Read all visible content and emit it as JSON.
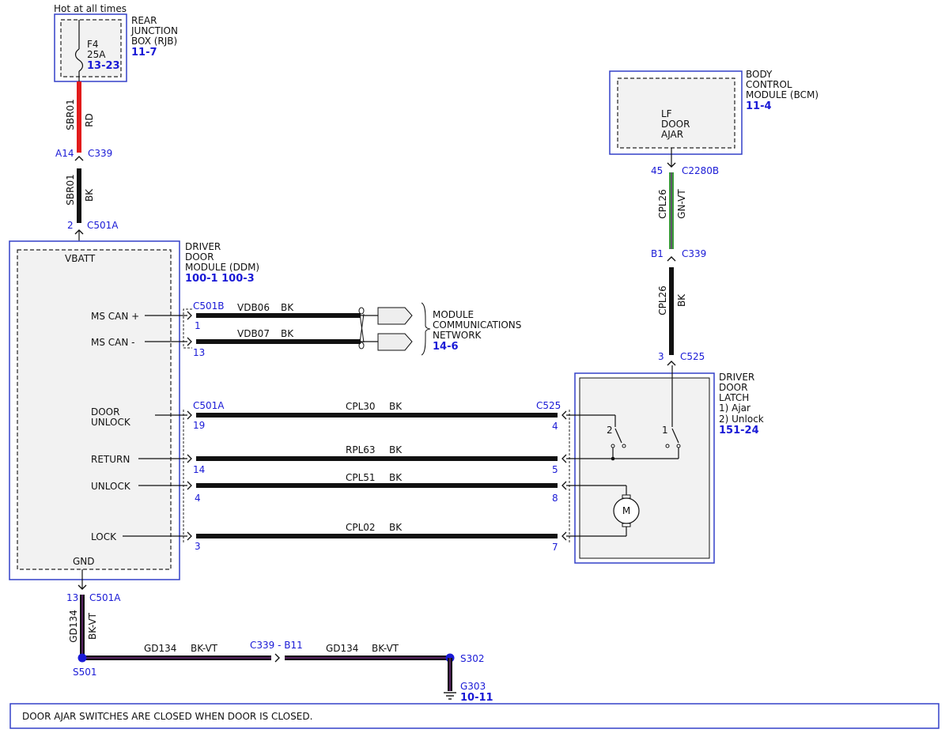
{
  "title": "",
  "hot_label": "Hot at all times",
  "rjb": {
    "name_lines": [
      "REAR",
      "JUNCTION",
      "BOX (RJB)"
    ],
    "page_ref": "11-7",
    "fuse_name": "F4",
    "fuse_rating": "25A",
    "fuse_ref": "13-23"
  },
  "bcm": {
    "name_lines": [
      "BODY",
      "CONTROL",
      "MODULE (BCM)"
    ],
    "page_ref": "11-4",
    "inner_lines": [
      "LF",
      "DOOR",
      "AJAR"
    ]
  },
  "ddm": {
    "name_lines": [
      "DRIVER",
      "DOOR",
      "MODULE (DDM)"
    ],
    "page_ref": "100-1 100-3",
    "vbatt": "VBATT",
    "gnd": "GND",
    "ms_can_plus": "MS CAN +",
    "ms_can_minus": "MS CAN -",
    "door_unlock_lines": [
      "DOOR",
      "UNLOCK"
    ],
    "return": "RETURN",
    "unlock": "UNLOCK",
    "lock": "LOCK"
  },
  "latch": {
    "name_lines": [
      "DRIVER",
      "DOOR",
      "LATCH",
      "1) Ajar",
      "2) Unlock"
    ],
    "page_ref": "151-24",
    "switch1": "1",
    "switch2": "2",
    "motor": "M"
  },
  "network": {
    "name_lines": [
      "MODULE",
      "COMMUNICATIONS",
      "NETWORK"
    ],
    "page_ref": "14-6"
  },
  "connectors": {
    "c339": "C339",
    "a14": "A14",
    "c501a": "C501A",
    "pin2": "2",
    "c2280b": "C2280B",
    "pin45": "45",
    "b1": "B1",
    "c525": "C525",
    "pin3": "3",
    "c501b": "C501B",
    "pin1": "1",
    "pin13": "13",
    "pin19": "19",
    "pin14": "14",
    "pin4": "4",
    "pin3b": "3",
    "pin4r": "4",
    "pin5r": "5",
    "pin8r": "8",
    "pin7r": "7",
    "gnd_pin13": "13",
    "c339_b11": "C339 - B11",
    "s501": "S501",
    "s302": "S302",
    "g303": "G303",
    "g303_ref": "10-11"
  },
  "wires": {
    "sbr01_top": {
      "circuit": "SBR01",
      "color": "RD"
    },
    "sbr01_bottom": {
      "circuit": "SBR01",
      "color": "BK"
    },
    "cpl26_top": {
      "circuit": "CPL26",
      "color": "GN-VT"
    },
    "cpl26_bottom": {
      "circuit": "CPL26",
      "color": "BK"
    },
    "vdb06": {
      "circuit": "VDB06",
      "color": "BK"
    },
    "vdb07": {
      "circuit": "VDB07",
      "color": "BK"
    },
    "cpl30": {
      "circuit": "CPL30",
      "color": "BK"
    },
    "rpl63": {
      "circuit": "RPL63",
      "color": "BK"
    },
    "cpl51": {
      "circuit": "CPL51",
      "color": "BK"
    },
    "cpl02": {
      "circuit": "CPL02",
      "color": "BK"
    },
    "gd134_vert": {
      "circuit": "GD134",
      "color": "BK-VT"
    },
    "gd134_left": {
      "circuit": "GD134",
      "color": "BK-VT"
    },
    "gd134_right": {
      "circuit": "GD134",
      "color": "BK-VT"
    }
  },
  "note": "DOOR AJAR SWITCHES ARE CLOSED WHEN DOOR IS CLOSED.",
  "colors": {
    "accent_blue": "#1a1ad6",
    "frame_blue": "#3340c8",
    "wire_red": "#e21b1b",
    "wire_green": "#3a9a3a",
    "wire_violet": "#7a2a8a",
    "module_fill": "#f2f2f2"
  }
}
